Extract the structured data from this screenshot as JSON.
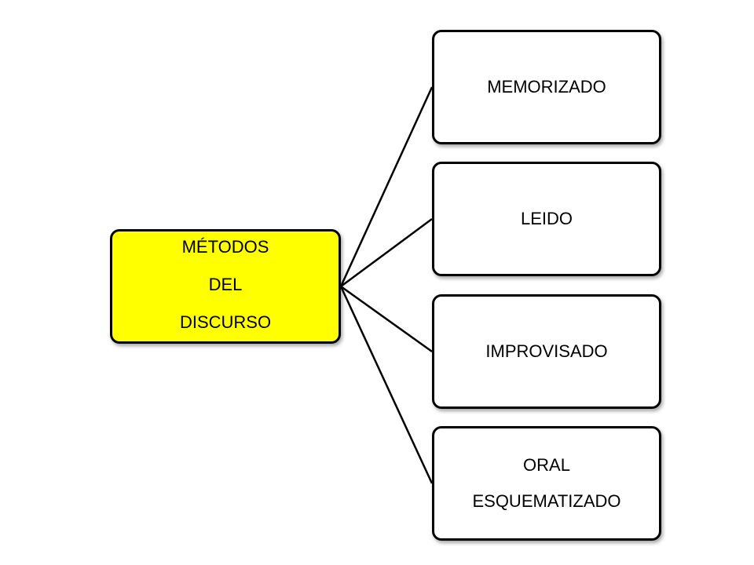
{
  "root": {
    "lines": [
      "MÉTODOS",
      "DEL",
      "DISCURSO"
    ],
    "color": "#ffff00"
  },
  "children": [
    {
      "lines": [
        "MEMORIZADO"
      ]
    },
    {
      "lines": [
        "LEIDO"
      ]
    },
    {
      "lines": [
        "IMPROVISADO"
      ]
    },
    {
      "lines": [
        "ORAL",
        "ESQUEMATIZADO"
      ]
    }
  ]
}
